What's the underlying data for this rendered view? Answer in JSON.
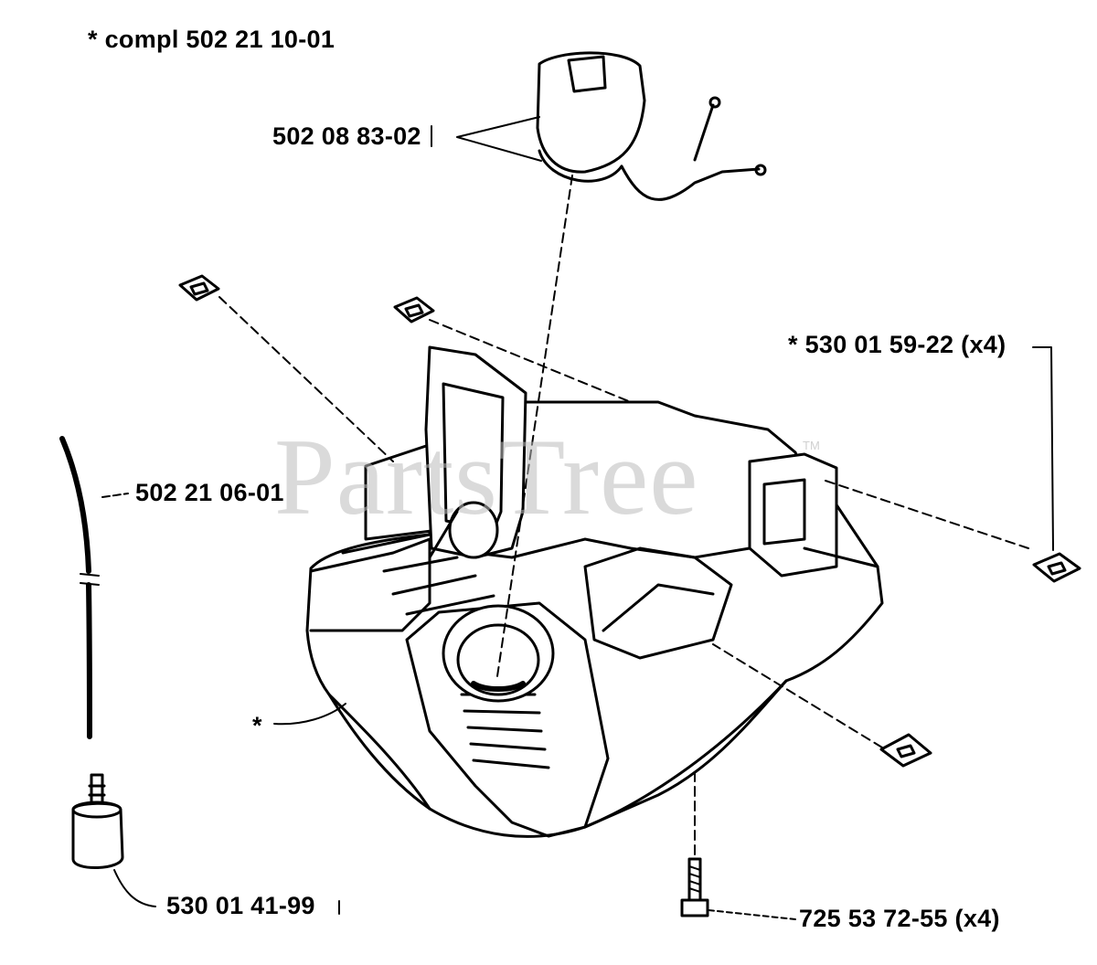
{
  "watermark": {
    "text": "PartsTree",
    "trademark": "TM"
  },
  "callouts": {
    "assembly_note": "*  compl 502 21 10-01",
    "fuel_cap": "502 08 83-02",
    "nut_clip": "*  530 01 59-22 (x4)",
    "fuel_hose": "502 21 06-01",
    "tank_star": "*",
    "fuel_filter": "530 01 41-99",
    "screw": "725 53 72-55 (x4)"
  },
  "parts": [
    {
      "name": "fuel-cap",
      "part_no": "502 08 83-02"
    },
    {
      "name": "clip-nut",
      "part_no": "530 01 59-22",
      "qty": "x4"
    },
    {
      "name": "fuel-hose",
      "part_no": "502 21 06-01"
    },
    {
      "name": "fuel-filter",
      "part_no": "530 01 41-99"
    },
    {
      "name": "screw",
      "part_no": "725 53 72-55",
      "qty": "x4"
    },
    {
      "name": "fuel-tank",
      "part_no": "*"
    }
  ],
  "colors": {
    "line": "#000000",
    "fill": "#ffffff",
    "watermark": "#bdbdbd"
  }
}
